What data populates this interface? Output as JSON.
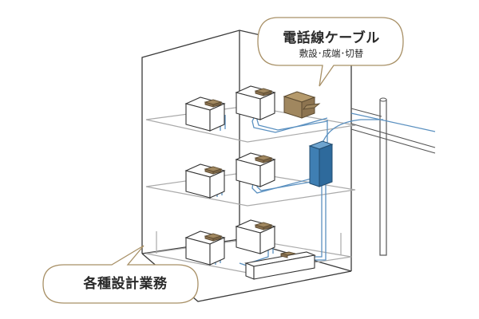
{
  "callout_cable": {
    "title": "電話線ケーブル",
    "subtitle": "敷設･成端･切替"
  },
  "callout_design": {
    "title": "各種設計業務"
  },
  "colors": {
    "outline": "#3a3a3a",
    "floor": "#aaaaaa",
    "cable": "#5a90c0",
    "rack": "#3f7fb3",
    "equipment": "#a0875f",
    "callout_border": "#a89066"
  }
}
